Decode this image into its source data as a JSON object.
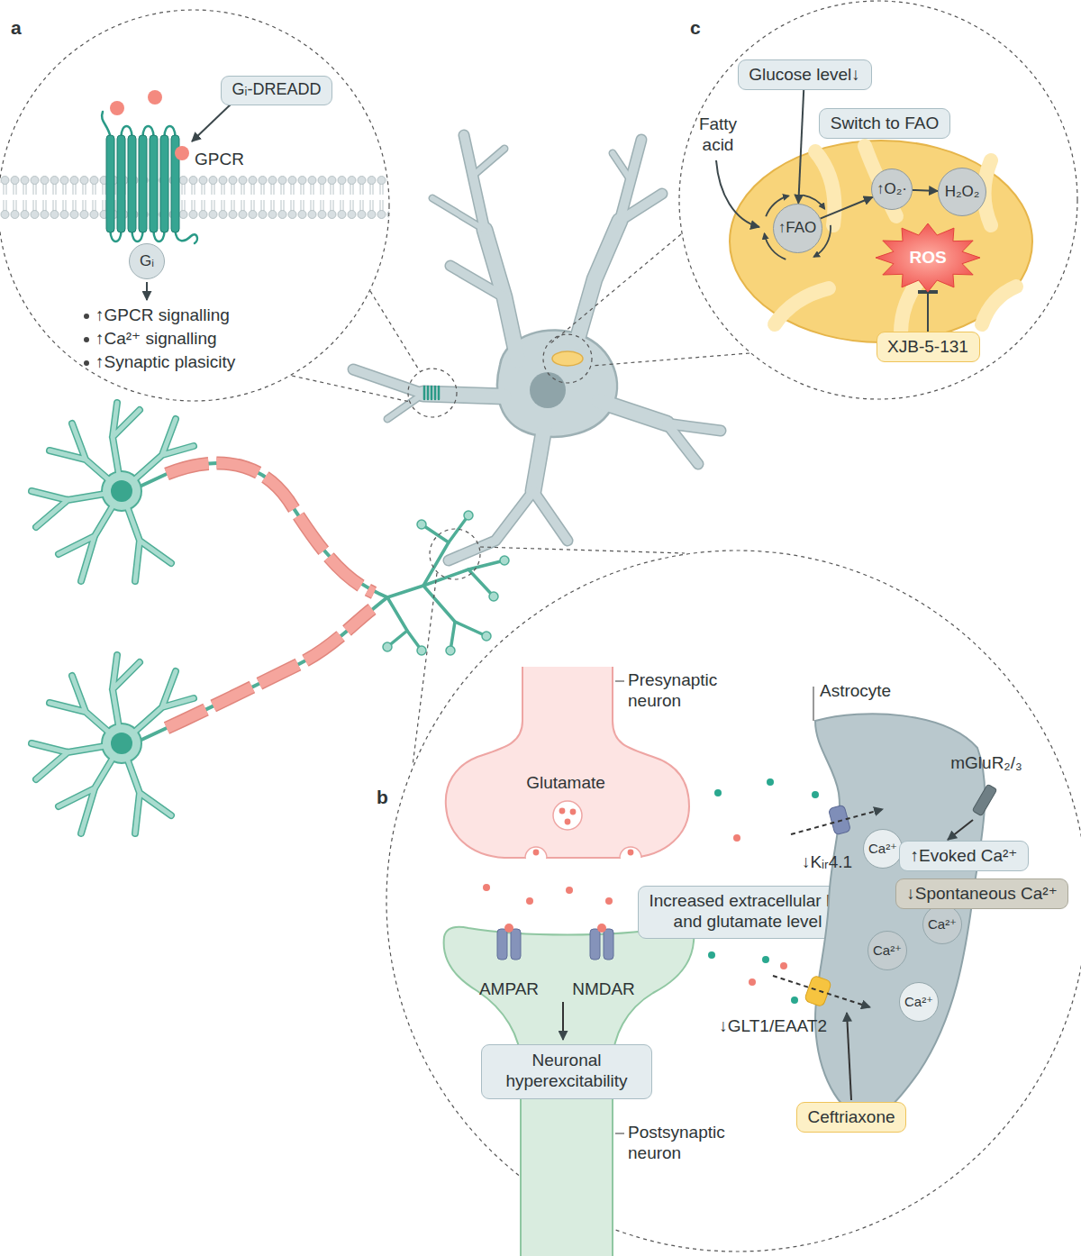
{
  "diagram": {
    "nodes": [
      {
        "text": [
          "a"
        ]
      },
      {
        "text": [
          "Gᵢ-DREADD"
        ],
        "in": 0
      },
      {
        "text": [
          "Gᵢ"
        ],
        "in": 0
      },
      {
        "text": [
          "c"
        ]
      },
      {
        "text": [
          "Glucose level↓"
        ],
        "in": 3
      },
      {
        "text": [
          "Switch to FAO"
        ],
        "in": 3
      },
      {
        "text": [
          "↑FAO"
        ],
        "in": 3
      },
      {
        "text": [
          "↑O₂·"
        ],
        "in": 3
      },
      {
        "text": [
          "H₂O₂"
        ],
        "in": 3
      },
      {
        "text": [
          "ROS"
        ],
        "in": 3
      },
      {
        "text": [
          "XJB-5-131"
        ],
        "in": 3
      },
      {
        "text": [
          "b"
        ]
      },
      {
        "text": [
          "Presynaptic neuron",
          "Glutamate"
        ],
        "in": 11
      },
      {
        "text": [
          "Postsynaptic neuron"
        ],
        "in": 11
      },
      {
        "text": [
          "Neuronal hyperexcitability"
        ],
        "in": 13
      },
      {
        "text": [
          "Increased extracellular K⁺ and glutamate level"
        ],
        "in": 11
      },
      {
        "text": [
          "Astrocyte"
        ],
        "in": 11
      },
      {
        "text": [
          "Ca²⁺"
        ],
        "in": 16
      },
      {
        "text": [
          "Ca²⁺"
        ],
        "in": 16
      },
      {
        "text": [
          "Ca²⁺"
        ],
        "in": 16
      },
      {
        "text": [
          "Ca²⁺"
        ],
        "in": 16
      },
      {
        "text": [
          "↑Evoked Ca²⁺"
        ],
        "in": 11
      },
      {
        "text": [
          "↓Spontaneous Ca²⁺"
        ],
        "in": 11
      },
      {
        "text": [
          "Ceftriaxone"
        ],
        "in": 11
      }
    ],
    "edges": [
      {
        "from": 4,
        "to": 6,
        "arrow": "to"
      },
      {
        "from": 6,
        "to": 7,
        "arrow": "to"
      },
      {
        "from": 7,
        "to": 8,
        "arrow": "to"
      },
      {
        "from": 10,
        "to": 9,
        "arrow": "to"
      }
    ],
    "labels": [
      "GPCR",
      "↑GPCR signalling",
      "↑Ca²⁺ signalling",
      "↑Synaptic plasicity",
      "Fatty acid",
      "mGluR₂/₃",
      "↓Kᵢᵣ4.1",
      "AMPAR",
      "NMDAR",
      "↓GLT1/EAAT2"
    ]
  }
}
